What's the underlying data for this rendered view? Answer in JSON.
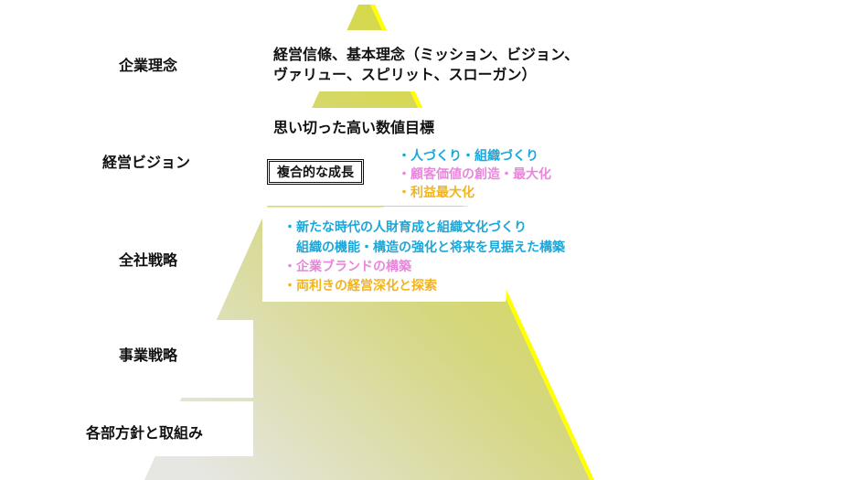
{
  "levels": [
    {
      "label": "企業理念"
    },
    {
      "label": "経営ビジョン"
    },
    {
      "label": "全社戦略"
    },
    {
      "label": "事業戦略"
    },
    {
      "label": "各部方針と取組み"
    }
  ],
  "philosophy": {
    "line1": "経営信條、基本理念（ミッション、ビジョン、",
    "line2": "ヴァリュー、スピリット、スローガン）"
  },
  "vision": {
    "title": "思い切った高い数値目標",
    "box_label": "複合的な成長",
    "items": [
      {
        "text": "・人づくり・組織づくり",
        "color": "#1aa7d9"
      },
      {
        "text": "・顧客価値の創造・最大化",
        "color": "#e887dc"
      },
      {
        "text": "・利益最大化",
        "color": "#f2b41d"
      }
    ]
  },
  "strategy": {
    "items": [
      {
        "text": "・新たな時代の人財育成と組織文化づくり"
      },
      {
        "text": "組織の機能・構造の強化と将来を見据えた構築"
      },
      {
        "text": "・企業ブランドの構築"
      },
      {
        "text": "・両利きの経営深化と探索"
      }
    ]
  },
  "colors": {
    "pyramid_top": "#d4d85a",
    "pyramid_bottom": "#e8e8e4",
    "edge_highlight": "#ffff00"
  }
}
